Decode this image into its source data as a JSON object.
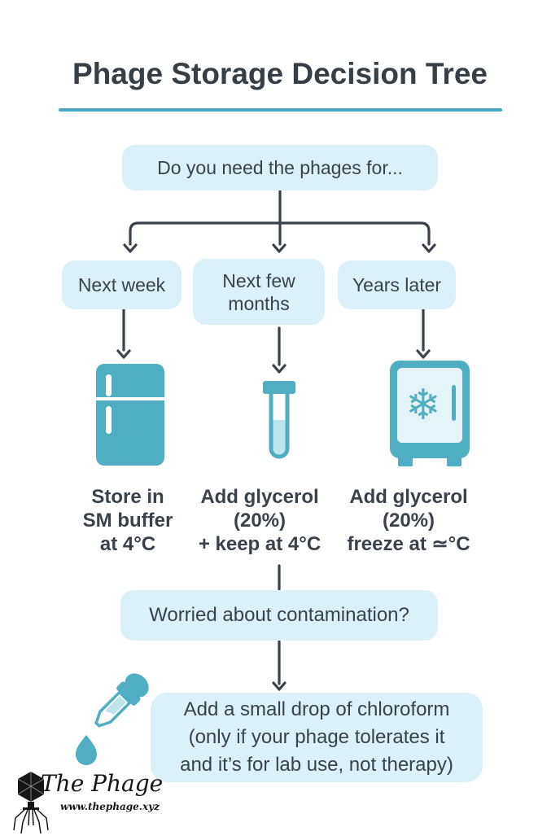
{
  "title": "Phage Storage Decision Tree",
  "root_question": "Do you need the phages for...",
  "branches": [
    {
      "option": "Next week",
      "icon": "fridge-icon",
      "instruction_lines": [
        "Store in",
        "SM buffer",
        "at 4°C"
      ]
    },
    {
      "option": "Next few months",
      "icon": "test-tube-icon",
      "instruction_lines": [
        "Add glycerol",
        "(20%)",
        "+ keep at 4°C"
      ]
    },
    {
      "option": "Years later",
      "icon": "freezer-icon",
      "instruction_lines": [
        "Add glycerol",
        "(20%)",
        "freeze at ≃°C"
      ]
    }
  ],
  "followup_question": "Worried about contamination?",
  "final_advice_lines": [
    "Add a small drop of chloroform",
    "(only if your phage tolerates it",
    "and it’s for lab use, not therapy)"
  ],
  "logo": {
    "name": "The Phage",
    "website": "www.thephage.xyz",
    "icon": "phage-logo-icon"
  },
  "icons": {
    "followup_icon": "dropper-icon",
    "freezer_glyph": "snowflake-icon",
    "snowflake_glyph": "❄"
  },
  "colors": {
    "teal": "#4FAEC1",
    "underline": "#46A9BD",
    "box_background": "#DBF0F8",
    "freezer_panel": "#E4F4F9",
    "tube_liquid": "#BEE5EE",
    "text_dark": "#39414A",
    "logo_black": "#161616"
  }
}
